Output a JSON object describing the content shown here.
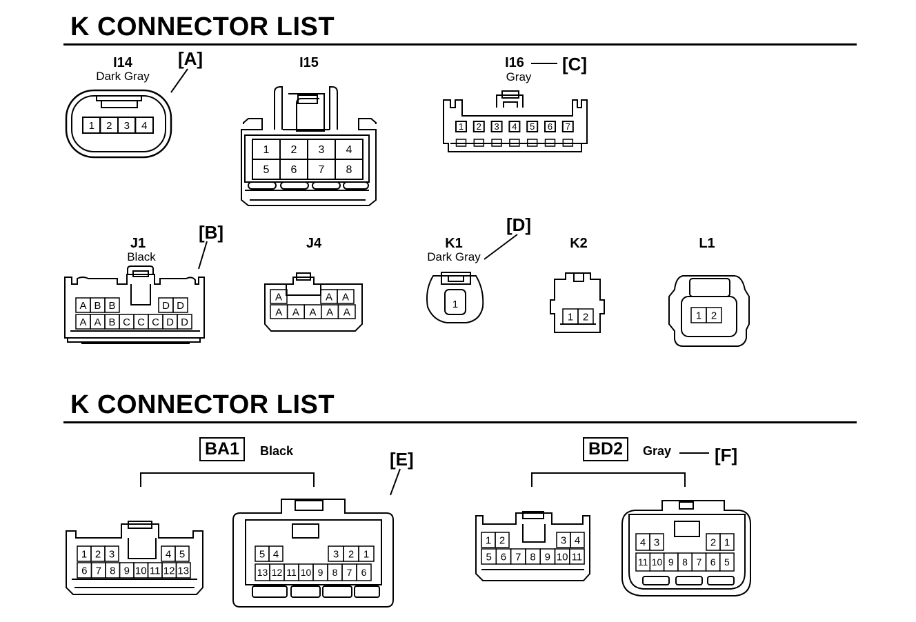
{
  "sections": [
    {
      "title": "K  CONNECTOR LIST"
    },
    {
      "title": "K  CONNECTOR LIST"
    }
  ],
  "connectors": {
    "I14": {
      "name": "I14",
      "color": "Dark Gray",
      "tag": "[A]",
      "pins": [
        "1",
        "2",
        "3",
        "4"
      ]
    },
    "I15": {
      "name": "I15",
      "pins": [
        "1",
        "2",
        "3",
        "4",
        "5",
        "6",
        "7",
        "8"
      ]
    },
    "I16": {
      "name": "I16",
      "color": "Gray",
      "tag": "[C]",
      "pins": [
        "1",
        "2",
        "3",
        "4",
        "5",
        "6",
        "7"
      ]
    },
    "J1": {
      "name": "J1",
      "color": "Black",
      "tag": "[B]",
      "top_pins": [
        "A",
        "B",
        "B",
        "D",
        "D"
      ],
      "bottom_pins": [
        "A",
        "A",
        "B",
        "C",
        "C",
        "C",
        "D",
        "D"
      ]
    },
    "J4": {
      "name": "J4",
      "top_pins": [
        "A",
        "A",
        "A"
      ],
      "bottom_pins": [
        "A",
        "A",
        "A",
        "A",
        "A"
      ]
    },
    "K1": {
      "name": "K1",
      "color": "Dark Gray",
      "tag": "[D]",
      "pins": [
        "1"
      ]
    },
    "K2": {
      "name": "K2",
      "pins": [
        "1",
        "2"
      ]
    },
    "L1": {
      "name": "L1",
      "pins": [
        "1",
        "2"
      ]
    },
    "BA1": {
      "name": "BA1",
      "color": "Black",
      "tag": "[E]",
      "left_top": [
        "1",
        "2",
        "3",
        "4",
        "5"
      ],
      "left_bottom": [
        "6",
        "7",
        "8",
        "9",
        "10",
        "11",
        "12",
        "13"
      ],
      "right_top": [
        "5",
        "4",
        "3",
        "2",
        "1"
      ],
      "right_bottom": [
        "13",
        "12",
        "11",
        "10",
        "9",
        "8",
        "7",
        "6"
      ]
    },
    "BD2": {
      "name": "BD2",
      "color": "Gray",
      "tag": "[F]",
      "left_top": [
        "1",
        "2",
        "3",
        "4"
      ],
      "left_bottom": [
        "5",
        "6",
        "7",
        "8",
        "9",
        "10",
        "11"
      ],
      "right_top": [
        "4",
        "3",
        "2",
        "1"
      ],
      "right_bottom": [
        "11",
        "10",
        "9",
        "8",
        "7",
        "6",
        "5"
      ]
    }
  }
}
